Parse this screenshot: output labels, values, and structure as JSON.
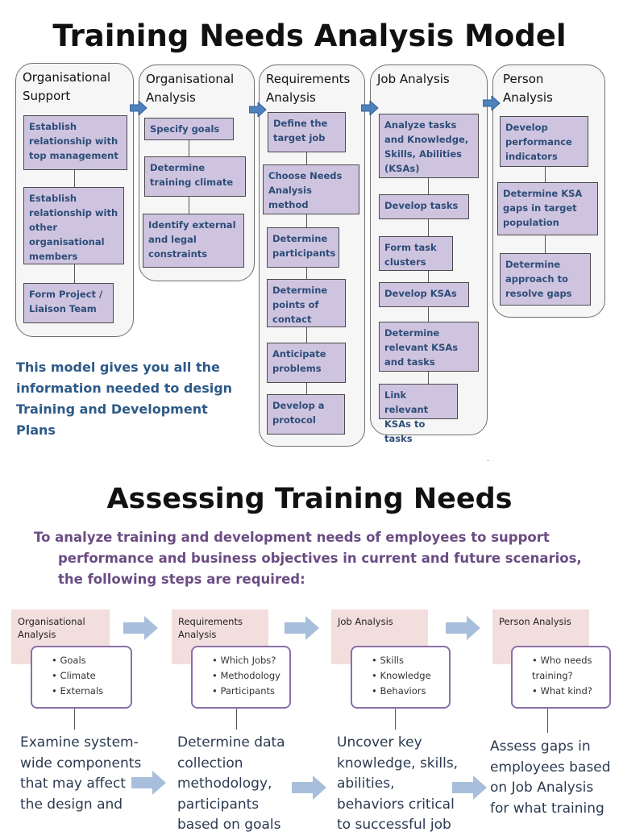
{
  "page_title": "Training Needs Analysis Model",
  "model_columns": [
    {
      "title": "Organisational Support",
      "steps": [
        "Establish relationship with top management",
        "Establish relationship with other organisational members",
        "Form Project / Liaison Team"
      ]
    },
    {
      "title": "Organisational Analysis",
      "steps": [
        "Specify goals",
        "Determine training climate",
        "Identify external and legal constraints"
      ]
    },
    {
      "title": "Requirements Analysis",
      "steps": [
        "Define the target job",
        "Choose Needs Analysis method",
        "Determine participants",
        "Determine points of contact",
        "Anticipate problems",
        "Develop a protocol"
      ]
    },
    {
      "title": "Job Analysis",
      "steps": [
        "Analyze tasks and Knowledge, Skills, Abilities (KSAs)",
        "Develop tasks",
        "Form task clusters",
        "Develop KSAs",
        "Determine relevant KSAs and tasks",
        "Link relevant KSAs to tasks"
      ]
    },
    {
      "title": "Person Analysis",
      "steps": [
        "Develop performance indicators",
        "Determine KSA gaps in target population",
        "Determine approach to resolve gaps"
      ]
    }
  ],
  "model_note": "This model gives you all the information needed to design Training and Development Plans",
  "section_title": "Assessing Training Needs",
  "intro": {
    "line1": "To analyze training and development needs of employees to support",
    "line2": "performance and business objectives in current and future scenarios,",
    "line3": "the following steps are required:"
  },
  "phases": [
    {
      "title": "Organisational Analysis",
      "bullets": [
        "Goals",
        "Climate",
        "Externals"
      ],
      "description": "Examine system-wide components that may affect the design and"
    },
    {
      "title": "Requirements Analysis",
      "bullets": [
        "Which Jobs?",
        "Methodology",
        "Participants"
      ],
      "description": "Determine data collection methodology, participants based on goals"
    },
    {
      "title": "Job Analysis",
      "bullets": [
        "Skills",
        "Knowledge",
        "Behaviors"
      ],
      "description": "Uncover key knowledge, skills, abilities, behaviors critical to successful job"
    },
    {
      "title": "Person Analysis",
      "bullets": [
        "Who needs training?",
        "What kind?"
      ],
      "description": "Assess gaps in employees based on Job Analysis for what training"
    }
  ],
  "colors": {
    "step_fill": "#cfc4e0",
    "step_text": "#2d4d78",
    "arrow_blue": "#4f81bd",
    "note_text": "#2d5a88",
    "intro_text": "#6b4c83",
    "phase_head": "#f3dede",
    "phase_border": "#8b6fa8",
    "gray_arrow": "#a7bfdc"
  }
}
